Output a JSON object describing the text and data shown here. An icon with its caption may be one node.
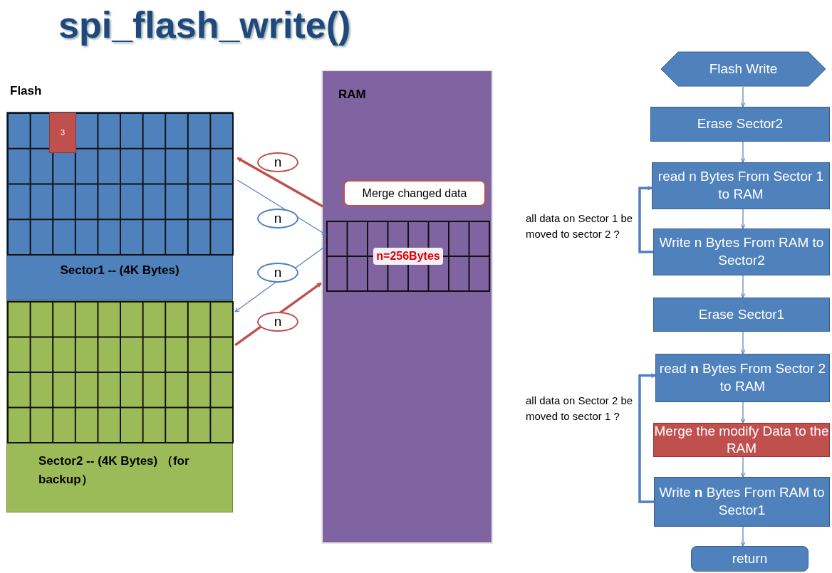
{
  "diagram": {
    "title": "spi_flash_write()",
    "nodes": [
      {
        "text": [
          "Sector1 -- (4K Bytes)"
        ]
      },
      {
        "text": [
          "3"
        ],
        "in": 0
      },
      {
        "text": [
          "Sector2 -- (4K Bytes) （for backup）"
        ]
      },
      {
        "text": [
          "RAM"
        ]
      },
      {
        "text": [
          "Merge changed data"
        ],
        "in": 3
      },
      {
        "text": [
          "n=256Bytes"
        ],
        "in": 3
      },
      {
        "text": [
          "Flash Write"
        ]
      },
      {
        "text": [
          "Erase Sector2"
        ]
      },
      {
        "text": [
          "read n Bytes From Sector 1 to RAM"
        ]
      },
      {
        "text": [
          "Write n Bytes From RAM to Sector2"
        ]
      },
      {
        "text": [
          "Erase Sector1"
        ]
      },
      {
        "text": [
          "read **n** Bytes From Sector 2 to RAM"
        ]
      },
      {
        "text": [
          "Merge the modify Data to the RAM"
        ]
      },
      {
        "text": [
          "Write **n** Bytes From RAM to Sector1"
        ]
      },
      {
        "text": [
          "return"
        ]
      }
    ],
    "edges": [
      {
        "from": 3,
        "to": 0,
        "arrow": "to",
        "label": "n",
        "style": "thick",
        "color": "#c0504d"
      },
      {
        "from": 0,
        "to": 5,
        "arrow": "to",
        "label": "n"
      },
      {
        "from": 5,
        "to": 2,
        "arrow": "to",
        "label": "n"
      },
      {
        "from": 2,
        "to": 3,
        "arrow": "to",
        "label": "n",
        "style": "thick",
        "color": "#c0504d"
      },
      {
        "from": 6,
        "to": 7,
        "arrow": "to"
      },
      {
        "from": 7,
        "to": 8,
        "arrow": "to"
      },
      {
        "from": 8,
        "to": 9,
        "arrow": "to"
      },
      {
        "from": 9,
        "to": 10,
        "arrow": "to"
      },
      {
        "from": 10,
        "to": 11,
        "arrow": "to"
      },
      {
        "from": 11,
        "to": 12,
        "arrow": "to"
      },
      {
        "from": 12,
        "to": 13,
        "arrow": "to"
      },
      {
        "from": 13,
        "to": 14,
        "arrow": "to"
      },
      {
        "from": 9,
        "to": 8,
        "arrow": "to",
        "label": "all data on Sector 1 be moved to sector 2 ?",
        "style": "thick"
      },
      {
        "from": 13,
        "to": 11,
        "arrow": "to",
        "label": "all data on Sector 2 be moved to sector 1 ?",
        "style": "thick"
      }
    ],
    "labels": [
      "Flash"
    ]
  }
}
